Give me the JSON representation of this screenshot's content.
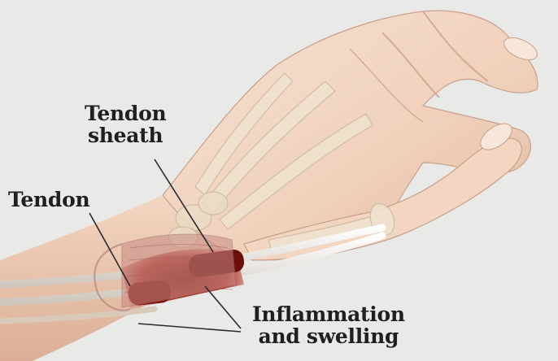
{
  "labels": {
    "tendon_sheath": [
      "Tendon",
      "sheath"
    ],
    "tendon": "Tendon",
    "inflammation": [
      "Inflammation",
      "and swelling"
    ]
  },
  "colors": {
    "background": "#e9e9e7",
    "skin": "#f1d6c3",
    "skin_shadow": "#d9b19a",
    "bone": "#efe3cf",
    "tendon": "#f4efe8",
    "inflamed": "#8a1a14",
    "sheath_tissue": "#c98a84",
    "leader_line": "#2a2a2a"
  },
  "icons": [
    "hand-illustration"
  ]
}
